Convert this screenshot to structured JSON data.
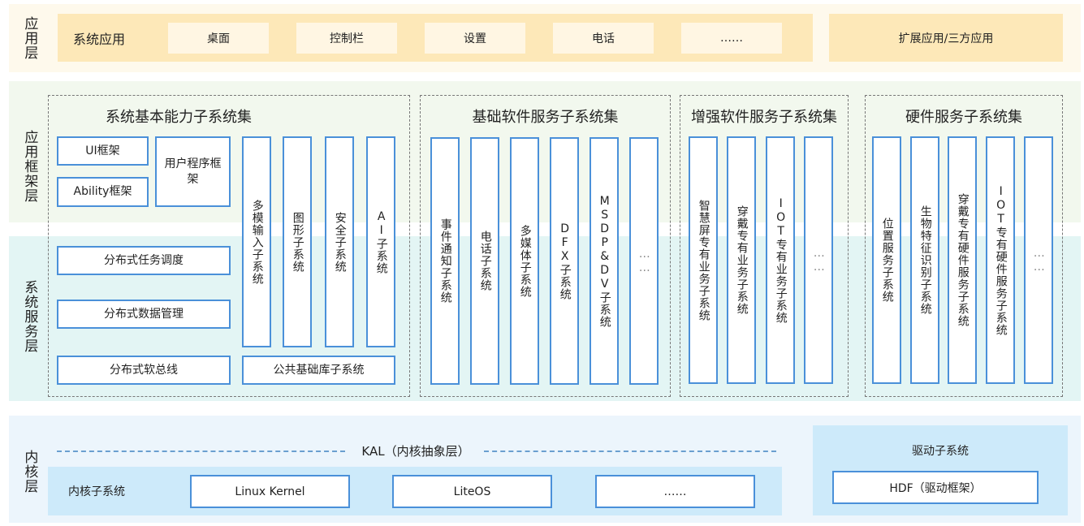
{
  "layers": {
    "app": "应用层",
    "framework": "应用框架层",
    "service": "系统服务层",
    "kernel": "内核层"
  },
  "app_layer": {
    "system_apps": {
      "label": "系统应用",
      "items": [
        "桌面",
        "控制栏",
        "设置",
        "电话",
        "……"
      ]
    },
    "extension": "扩展应用/三方应用"
  },
  "basic_capability": {
    "title": "系统基本能力子系统集",
    "ui_framework": "UI框架",
    "ability_framework": "Ability框架",
    "user_program_framework": "用户程序框架",
    "vertical_items": [
      "多模输入子系统",
      "图形子系统",
      "安全子系统",
      "AI子系统"
    ],
    "distributed_task": "分布式任务调度",
    "distributed_data": "分布式数据管理",
    "distributed_bus": "分布式软总线",
    "common_base": "公共基础库子系统"
  },
  "basic_software": {
    "title": "基础软件服务子系统集",
    "items": [
      "事件通知子系统",
      "电话子系统",
      "多媒体子系统",
      "DFX子系统",
      "MSDP&DV子系统",
      "……"
    ]
  },
  "enhanced_software": {
    "title": "增强软件服务子系统集",
    "items": [
      "智慧屏专有业务子系统",
      "穿戴专有业务子系统",
      "IOT专有业务子系统",
      "……"
    ]
  },
  "hardware_service": {
    "title": "硬件服务子系统集",
    "items": [
      "位置服务子系统",
      "生物特征识别子系统",
      "穿戴专有硬件服务子系统",
      "IOT专有硬件服务子系统",
      "……"
    ]
  },
  "kernel_layer": {
    "kal": "KAL（内核抽象层）",
    "kernel_subsystem": "内核子系统",
    "kernels": [
      "Linux Kernel",
      "LiteOS",
      "……"
    ],
    "driver_subsystem": "驱动子系统",
    "hdf": "HDF（驱动框架）"
  },
  "colors": {
    "app_band": "#fef9ec",
    "app_box": "#fde8b8",
    "framework_band": "#f2f8ee",
    "service_band": "#e3f5f4",
    "kernel_band": "#ecf5fc",
    "kernel_inner": "#cdeafa",
    "box_border": "#4a90d9"
  }
}
